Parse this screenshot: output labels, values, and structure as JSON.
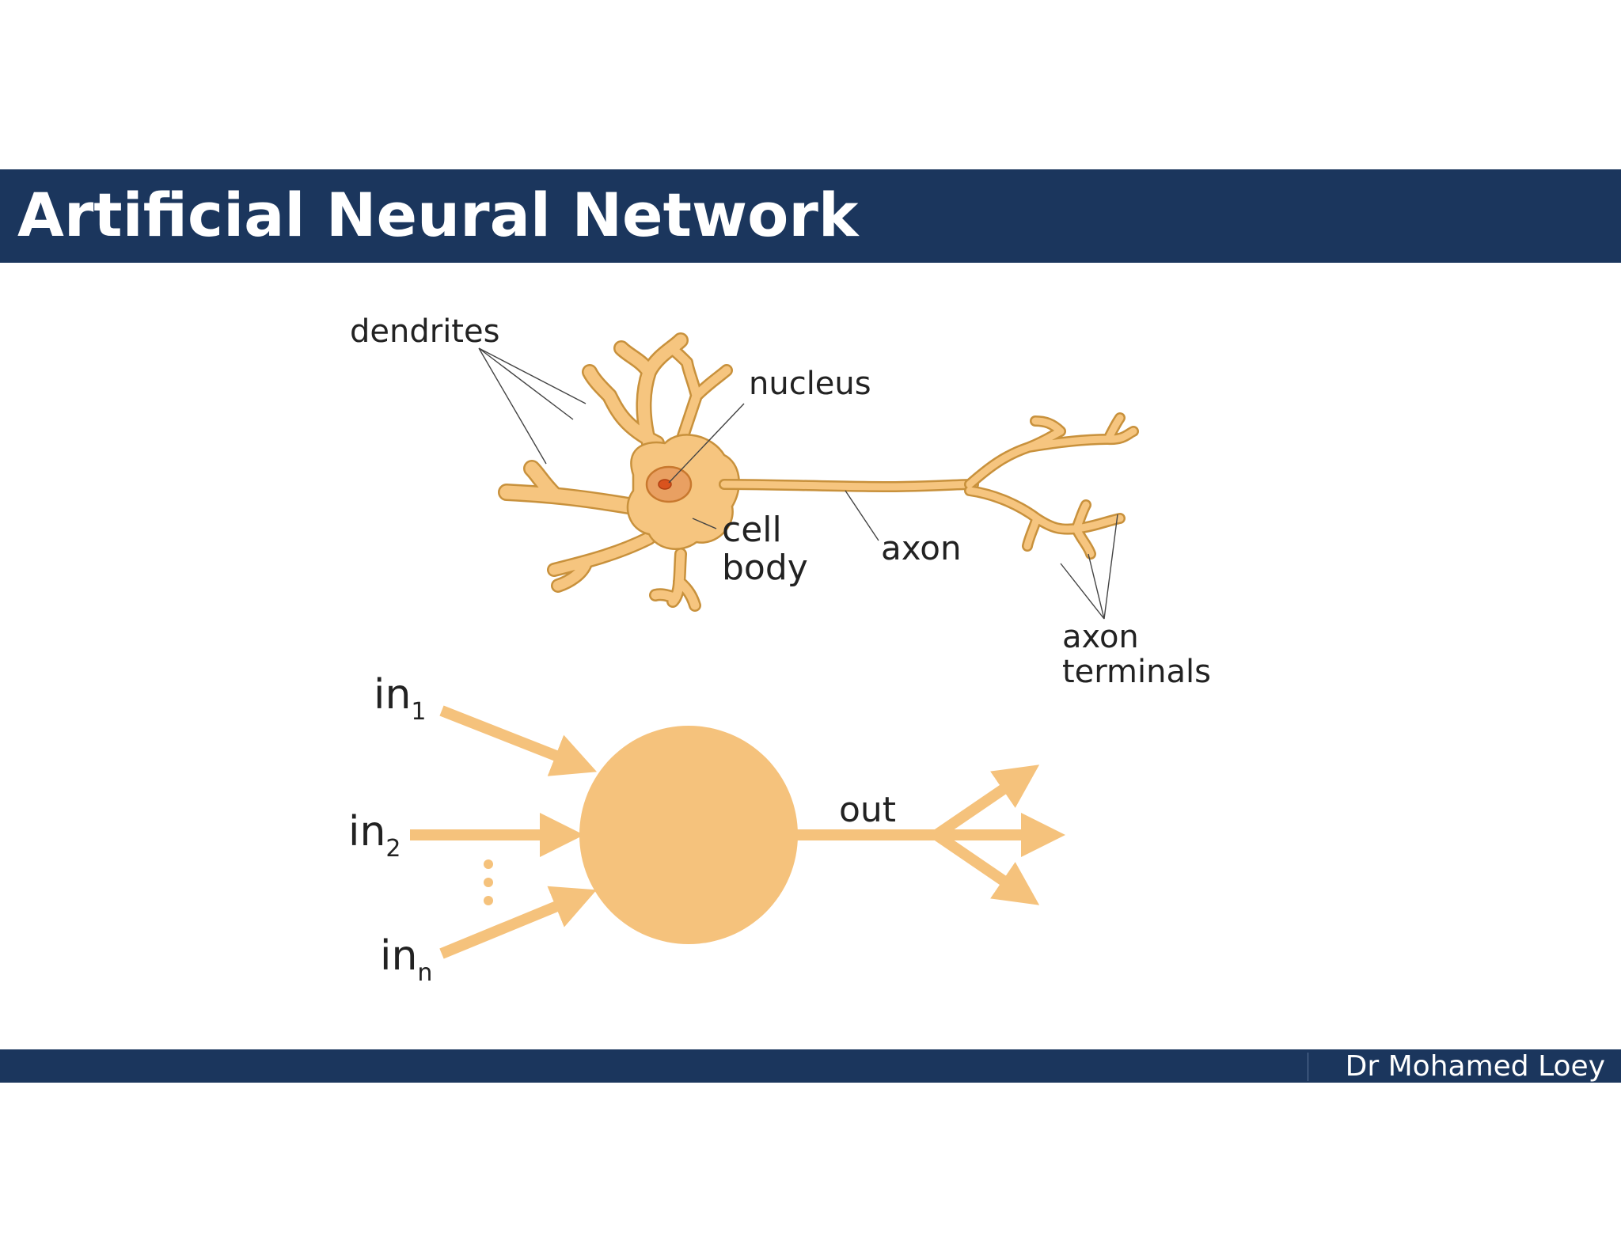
{
  "slide": {
    "title": "Artificial Neural Network",
    "author": "Dr Mohamed Loey"
  },
  "neuron": {
    "labels": {
      "dendrites": "dendrites",
      "nucleus": "nucleus",
      "cell_line1": "cell",
      "cell_line2": "body",
      "axon": "axon",
      "terminals_line1": "axon",
      "terminals_line2": "terminals"
    },
    "colors": {
      "fill": "#f6c57f",
      "outline": "#c8913c",
      "nucleus_fill": "#e9a062",
      "nucleolus": "#d9531e"
    }
  },
  "perceptron": {
    "inputs": [
      {
        "base": "in",
        "sub": "1"
      },
      {
        "base": "in",
        "sub": "2"
      },
      {
        "base": "in",
        "sub": "n"
      }
    ],
    "output_label": "out",
    "color": "#f5c27c"
  }
}
